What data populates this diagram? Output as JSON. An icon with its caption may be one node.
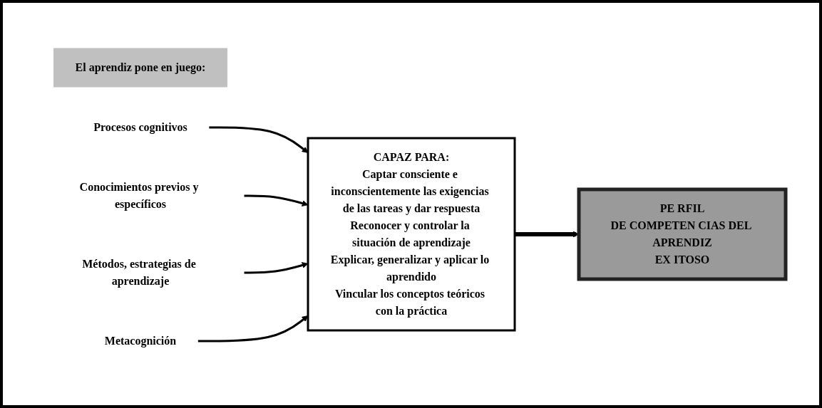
{
  "diagram": {
    "nodes": [
      {
        "text": [
          "El aprendiz pone en juego:"
        ]
      },
      {
        "text": [
          "Procesos cognitivos"
        ]
      },
      {
        "text": [
          "Conocimientos previos y específicos"
        ]
      },
      {
        "text": [
          "Métodos, estrategias de aprendizaje"
        ]
      },
      {
        "text": [
          "Metacognición"
        ]
      },
      {
        "text": [
          "CAPAZ PARA:",
          "Captar consciente e inconscientemente las exigencias de las tareas y dar respuesta",
          "Reconocer y controlar la situación de aprendizaje",
          "Explicar, generalizar y aplicar lo aprendido",
          "Vincular los conceptos teóricos con la práctica"
        ]
      },
      {
        "text": [
          "PE RFIL",
          "DE COMPETEN CIAS DEL APRENDIZ",
          "EX ITOSO"
        ]
      }
    ],
    "edges": [
      {
        "from": 1,
        "to": 5,
        "arrow": "to"
      },
      {
        "from": 2,
        "to": 5,
        "arrow": "to"
      },
      {
        "from": 3,
        "to": 5,
        "arrow": "to"
      },
      {
        "from": 4,
        "to": 5,
        "arrow": "to"
      },
      {
        "from": 5,
        "to": 6,
        "arrow": "to",
        "style": "thick"
      }
    ]
  }
}
